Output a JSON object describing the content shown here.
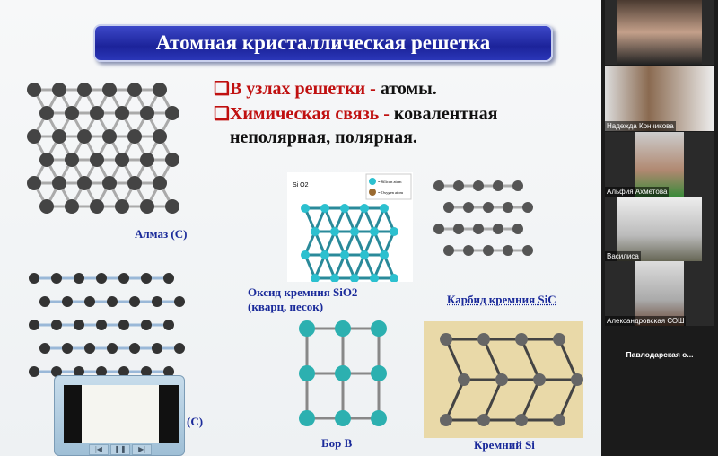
{
  "slide": {
    "title": "Атомная кристаллическая решетка",
    "bullets": [
      {
        "marker": "❑",
        "label": "В узлах решетки - ",
        "text": "атомы."
      },
      {
        "marker": "❑",
        "label": "Химическая связь - ",
        "text": " ковалентная"
      }
    ],
    "bullet_cont": "неполярная, полярная.",
    "captions": {
      "diamond": "Алмаз (С)",
      "graphite": "(С)",
      "sio2_line1": "Оксид кремния SiO2",
      "sio2_line2": "(кварц, песок)",
      "sic": "Карбид кремния SiC",
      "boron": "Бор В",
      "silicon": "Кремний Si"
    },
    "sio2_figure": {
      "formula": "Si O2",
      "legend": [
        "= Silicon atom",
        "= Oxygen atom"
      ]
    }
  },
  "mini_player": {
    "controls": [
      "previous",
      "pause",
      "next"
    ]
  },
  "participants": [
    {
      "name": ""
    },
    {
      "name": "Надежда Кончикова"
    },
    {
      "name": "Альфия Ахметова"
    },
    {
      "name": "Василиса"
    },
    {
      "name": "Александровская СОШ"
    }
  ],
  "more_participants": "Павлодарская  о...",
  "colors": {
    "title_bg": "#1c239a",
    "accent_red": "#c01010",
    "caption_blue": "#1a2a9a",
    "panel_bg": "#1b1b1b"
  }
}
